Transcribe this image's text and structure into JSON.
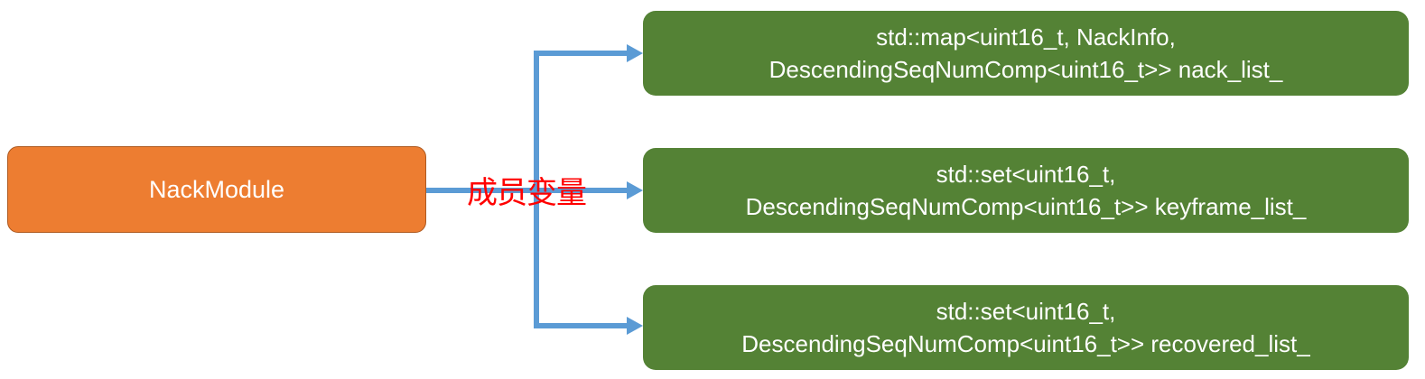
{
  "source": {
    "label": "NackModule"
  },
  "relation_label": "成员变量",
  "colors": {
    "source_fill": "#ED7D31",
    "target_fill": "#548235",
    "connector": "#5B9BD5",
    "label": "#FF0000"
  },
  "targets": [
    {
      "line1": "std::map<uint16_t, NackInfo,",
      "line2": "DescendingSeqNumComp<uint16_t>> nack_list_"
    },
    {
      "line1": "std::set<uint16_t,",
      "line2": "DescendingSeqNumComp<uint16_t>> keyframe_list_"
    },
    {
      "line1": "std::set<uint16_t,",
      "line2": "DescendingSeqNumComp<uint16_t>> recovered_list_"
    }
  ]
}
